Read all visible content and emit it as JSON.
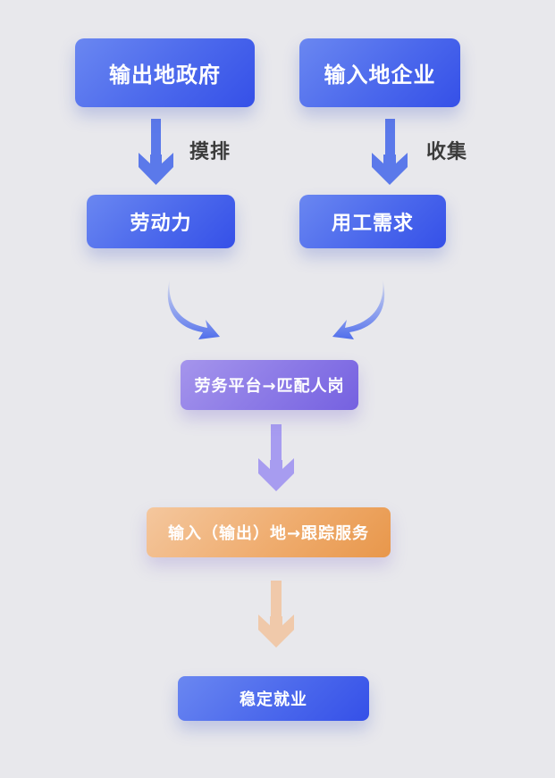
{
  "diagram": {
    "nodes": {
      "source_government": "输出地政府",
      "destination_enterprise": "输入地企业",
      "labor": "劳动力",
      "employment_demand": "用工需求",
      "platform_matching": "劳务平台→匹配人岗",
      "tracking_service": "输入（输出）地→跟踪服务",
      "stable_employment": "稳定就业"
    },
    "edge_labels": {
      "survey": "摸排",
      "collect": "收集"
    },
    "colors": {
      "background": "#e8e8ec",
      "blue_box": "#4b68ec",
      "purple_box": "#8a78e6",
      "orange_box": "#efac6e",
      "arrow_blue": "#5b79ea",
      "arrow_purple": "#a79cf0",
      "arrow_orange": "#f0c9aa",
      "label_text": "#3b3b3b"
    }
  }
}
